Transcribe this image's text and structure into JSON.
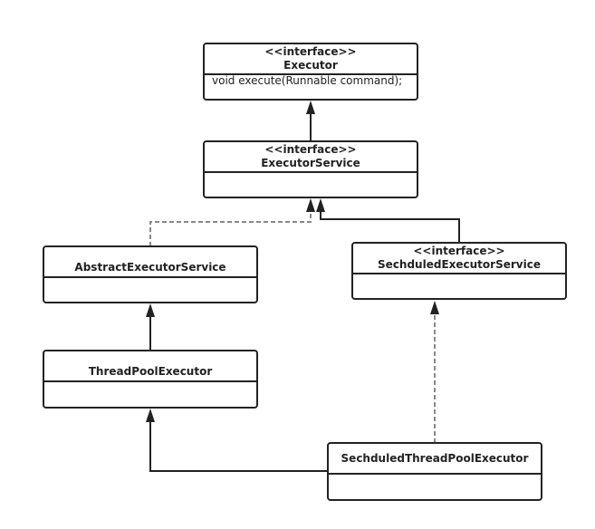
{
  "diagram": {
    "classes": {
      "executor": {
        "stereotype": "<<interface>>",
        "name": "Executor",
        "method": "void execute(Runnable command);"
      },
      "executor_service": {
        "stereotype": "<<interface>>",
        "name": "ExecutorService"
      },
      "abstract_executor_service": {
        "name": "AbstractExecutorService"
      },
      "scheduled_executor_service": {
        "stereotype": "<<interface>>",
        "name": "SechduledExecutorService"
      },
      "thread_pool_executor": {
        "name": "ThreadPoolExecutor"
      },
      "scheduled_thread_pool_executor": {
        "name": "SechduledThreadPoolExecutor"
      }
    },
    "relations": [
      {
        "from": "ExecutorService",
        "to": "Executor",
        "kind": "inheritance",
        "line": "solid"
      },
      {
        "from": "AbstractExecutorService",
        "to": "ExecutorService",
        "kind": "realization",
        "line": "dashed"
      },
      {
        "from": "SechduledExecutorService",
        "to": "ExecutorService",
        "kind": "inheritance",
        "line": "solid"
      },
      {
        "from": "ThreadPoolExecutor",
        "to": "AbstractExecutorService",
        "kind": "inheritance",
        "line": "solid"
      },
      {
        "from": "SechduledThreadPoolExecutor",
        "to": "ThreadPoolExecutor",
        "kind": "inheritance",
        "line": "solid"
      },
      {
        "from": "SechduledThreadPoolExecutor",
        "to": "SechduledExecutorService",
        "kind": "realization",
        "line": "dashed"
      }
    ],
    "colors": {
      "line": "#222222",
      "dashed": "#888888",
      "background": "#ffffff"
    }
  }
}
